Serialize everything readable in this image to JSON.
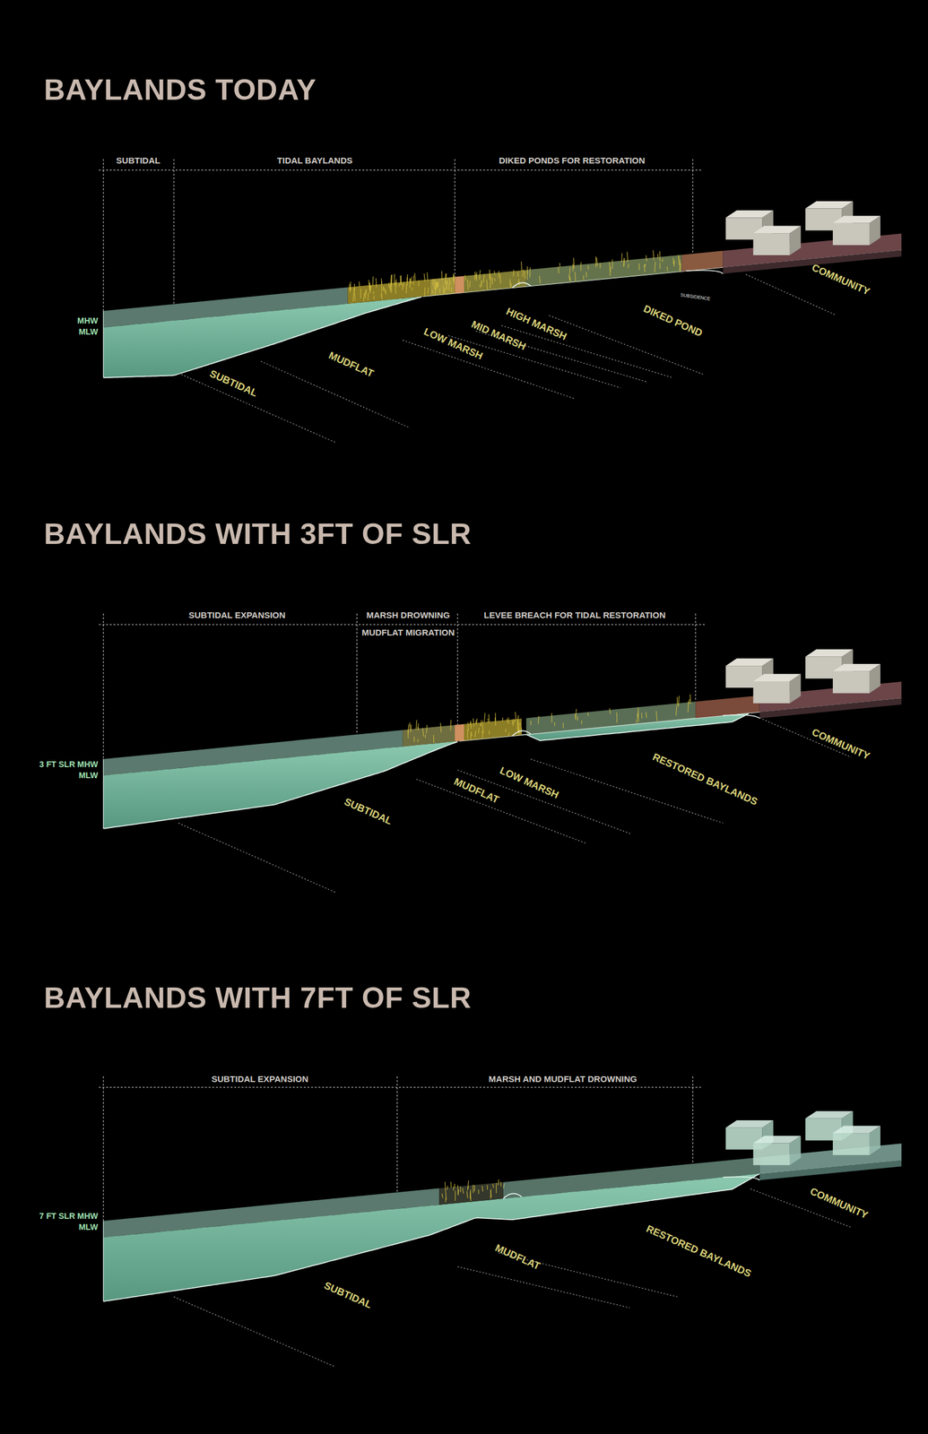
{
  "diagram": {
    "labels": [
      "BAYLANDS TODAY",
      "SUBTIDAL",
      "TIDAL BAYLANDS",
      "DIKED PONDS FOR RESTORATION",
      "MHW",
      "MLW",
      "COMMUNITY",
      "SUBSIDENCE",
      "DIKED POND",
      "HIGH MARSH",
      "MID MARSH",
      "LOW MARSH",
      "MUDFLAT",
      "SUBTIDAL",
      "BAYLANDS WITH 3FT OF SLR",
      "SUBTIDAL EXPANSION",
      "MARSH DROWNING",
      "MUDFLAT MIGRATION",
      "LEVEE BREACH FOR TIDAL RESTORATION",
      "3 FT SLR MHW",
      "MLW",
      "COMMUNITY",
      "RESTORED BAYLANDS",
      "LOW MARSH",
      "MUDFLAT",
      "SUBTIDAL",
      "BAYLANDS WITH 7FT OF SLR",
      "SUBTIDAL EXPANSION",
      "MARSH AND MUDFLAT DROWNING",
      "7 FT SLR MHW",
      "MLW",
      "COMMUNITY",
      "RESTORED BAYLANDS",
      "MUDFLAT",
      "SUBTIDAL"
    ]
  }
}
